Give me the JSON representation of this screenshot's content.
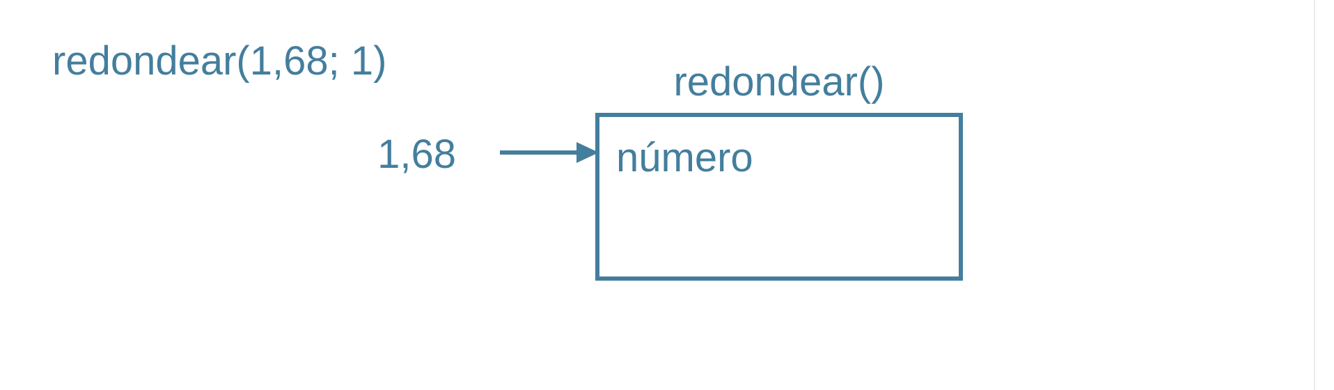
{
  "colors": {
    "background": "#FFFFFF",
    "accent": "#447E9D",
    "edge_line": "#ECECEC"
  },
  "icons": {
    "arrow": "right-arrow"
  },
  "diagram": {
    "call_expression": "redondear(1,68; 1)",
    "function_title": "redondear()",
    "argument_value": "1,68",
    "parameter_name": "número"
  }
}
